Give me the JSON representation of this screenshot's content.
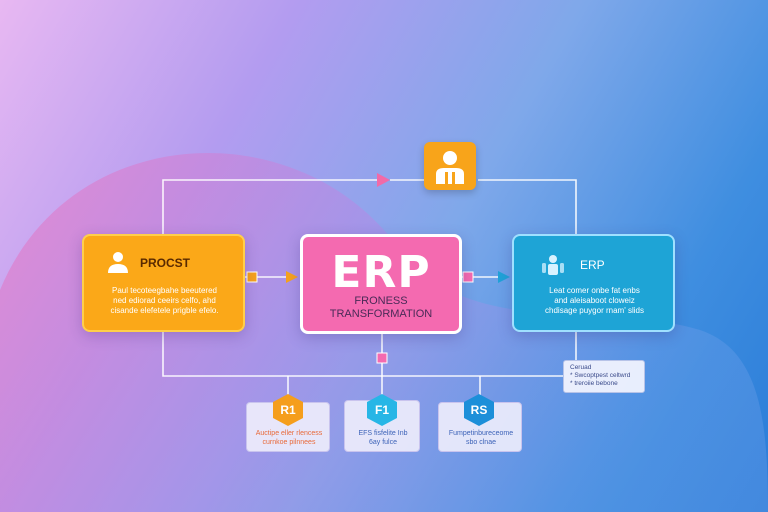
{
  "colors": {
    "orange": "#fba818",
    "pink": "#f46ab0",
    "blue": "#1ea4d6",
    "connector": "#ffffff"
  },
  "top_icon": {
    "name": "person-icon",
    "color": "#f8a41a"
  },
  "left_box": {
    "title": "PROCST",
    "icon": "person-icon",
    "lines": [
      "Paul tecoteegbahe beeutered",
      "ned ediorad ceeirs celfo, ahd",
      "cisande elefetele prigble efelo."
    ]
  },
  "center_box": {
    "title": "ERP",
    "subtitle1": "FRONESS",
    "subtitle2": "TRANSFORMATION"
  },
  "right_box": {
    "title": "ERP",
    "icon": "people-icon",
    "lines": [
      "Leat comer onbe fat enbs",
      "and aleisaboot cloweiz",
      "chdisage puygor rnam' slids"
    ]
  },
  "note": {
    "lines": [
      "Ceruad",
      "* Swcoptpest celtwrd",
      "* treroiie bebone"
    ]
  },
  "cards": [
    {
      "label": "R1",
      "color": "#f59e1c",
      "lines": [
        "Auctipe eller rlencess",
        "curnkoe pilnnees"
      ]
    },
    {
      "label": "F1",
      "color": "#27b6e6",
      "lines": [
        "EFS fisfelite Inb",
        "6ay fulce"
      ]
    },
    {
      "label": "RS",
      "color": "#1c8fd9",
      "lines": [
        "Fumpetinbureceome",
        "sbo clnae"
      ]
    }
  ]
}
